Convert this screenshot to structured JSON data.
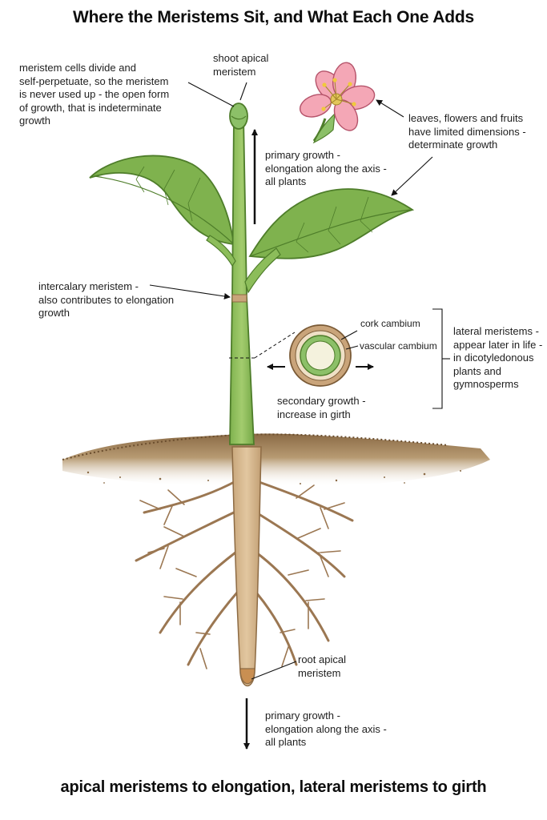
{
  "title": "Where the Meristems Sit, and What Each One Adds",
  "footer": "apical meristems to elongation, lateral meristems to girth",
  "labels": {
    "shoot_apical_meristem": "shoot apical\nmeristem",
    "meristem_cells_note": "meristem cells divide and\nself-perpetuate, so the meristem\nis never used up - the open form\nof growth, that is indeterminate\ngrowth",
    "determinate_note": "leaves, flowers and fruits\nhave limited dimensions -\ndeterminate growth",
    "primary_growth_shoot": "primary growth -\nelongation along the axis -\nall plants",
    "intercalary_meristem": "intercalary meristem -\nalso contributes to elongation\ngrowth",
    "cork_cambium": "cork cambium",
    "vascular_cambium": "vascular cambium",
    "lateral_meristems": "lateral meristems -\nappear later in life -\nin dicotyledonous\nplants and\ngymnosperms",
    "secondary_growth": "secondary growth -\nincrease in girth",
    "root_apical_meristem": "root apical\nmeristem",
    "primary_growth_root": "primary growth -\nelongation along the axis -\nall plants"
  }
}
